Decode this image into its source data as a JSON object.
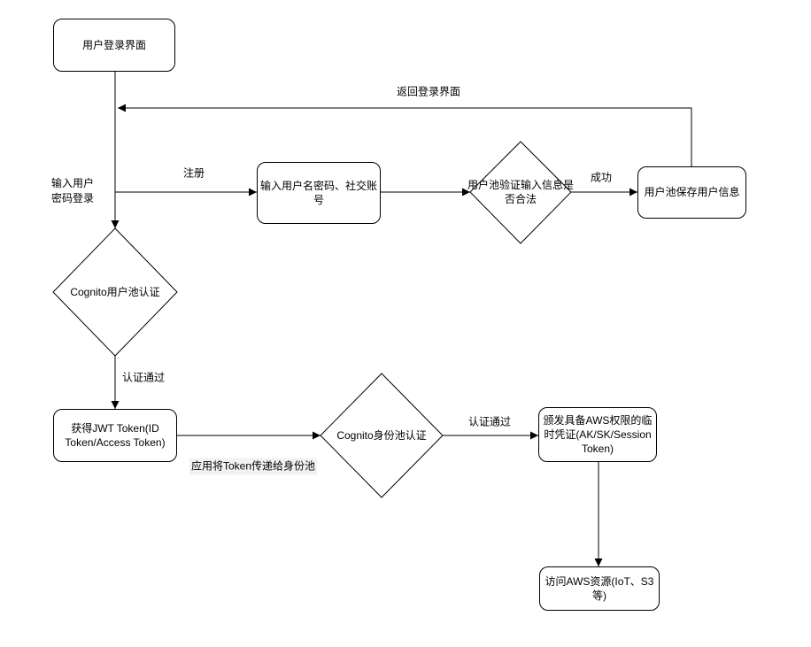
{
  "colors": {
    "background": "#ffffff",
    "stroke": "#000000",
    "text": "#000000",
    "label_highlight": "#f2f2f2"
  },
  "nodes": {
    "login_ui": "用户登录界面",
    "input_credentials": "输入用户名密码、社交账号",
    "userpool_validate": "用户池验证输入信息是否合法",
    "userpool_save": "用户池保存用户信息",
    "cognito_userpool_auth": "Cognito用户池认证",
    "jwt_token": "获得JWT Token(ID Token/Access Token)",
    "cognito_identitypool_auth": "Cognito身份池认证",
    "temp_credentials": "颁发具备AWS权限的临时凭证(AK/SK/Session Token)",
    "access_aws": "访问AWS资源(IoT、S3等)"
  },
  "edge_labels": {
    "return_login": "返回登录界面",
    "input_password_login": "输入用户密码登录",
    "register": "注册",
    "success": "成功",
    "auth_pass_userpool": "认证通过",
    "pass_token_to_identity_pool": "应用将Token传递给身份池",
    "auth_pass_identitypool": "认证通过"
  }
}
